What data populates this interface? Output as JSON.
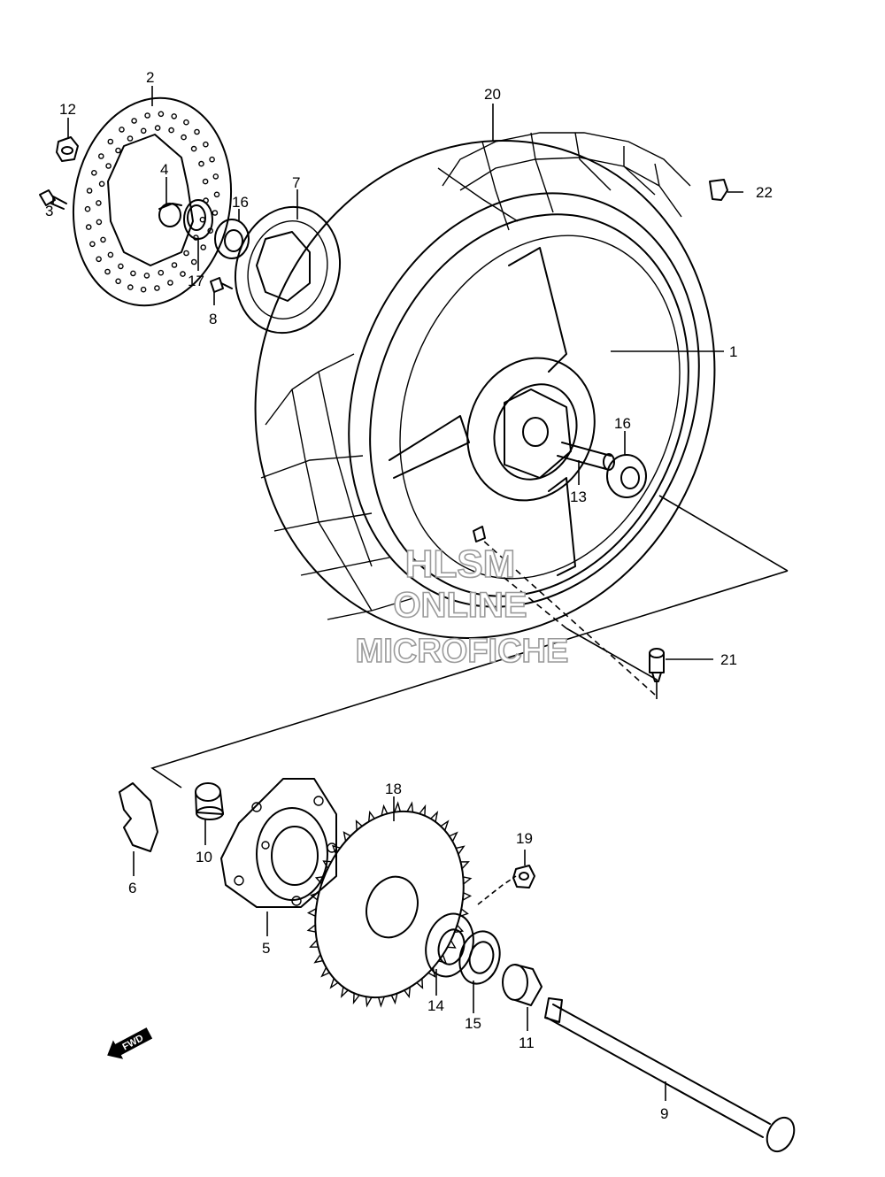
{
  "callouts": {
    "p1": "1",
    "p2": "2",
    "p3": "3",
    "p4": "4",
    "p5": "5",
    "p6": "6",
    "p7": "7",
    "p8": "8",
    "p9": "9",
    "p10": "10",
    "p11": "11",
    "p12": "12",
    "p13": "13",
    "p14": "14",
    "p15": "15",
    "p16a": "16",
    "p16b": "16",
    "p17": "17",
    "p18": "18",
    "p19": "19",
    "p20": "20",
    "p21": "21",
    "p22": "22"
  },
  "watermark": {
    "line1": "HLSM",
    "line2": "ONLINE",
    "line3": "MICROFICHE"
  },
  "direction_arrow": {
    "label": "FWD",
    "icon": "fwd-arrow-icon"
  }
}
